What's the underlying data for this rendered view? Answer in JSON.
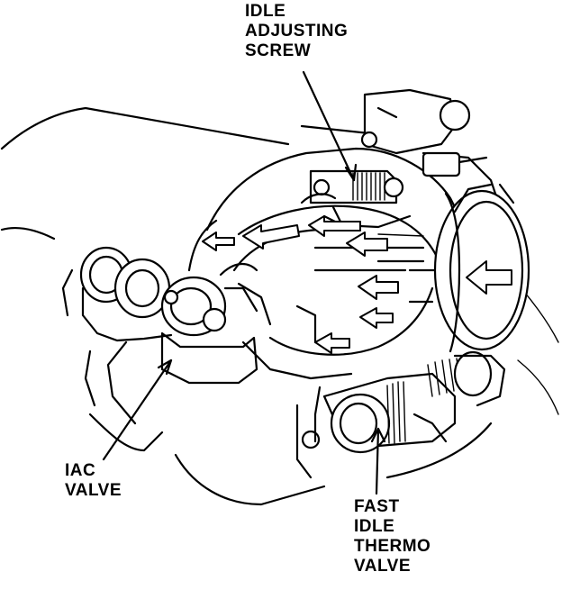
{
  "labels": {
    "idle_adjusting_screw": [
      "IDLE",
      "ADJUSTING",
      "SCREW"
    ],
    "iac_valve": [
      "IAC",
      "VALVE"
    ],
    "fast_idle_thermo_valve": [
      "FAST",
      "IDLE",
      "THERMO",
      "VALVE"
    ]
  },
  "colors": {
    "ink": "#000000",
    "paper": "#ffffff"
  }
}
